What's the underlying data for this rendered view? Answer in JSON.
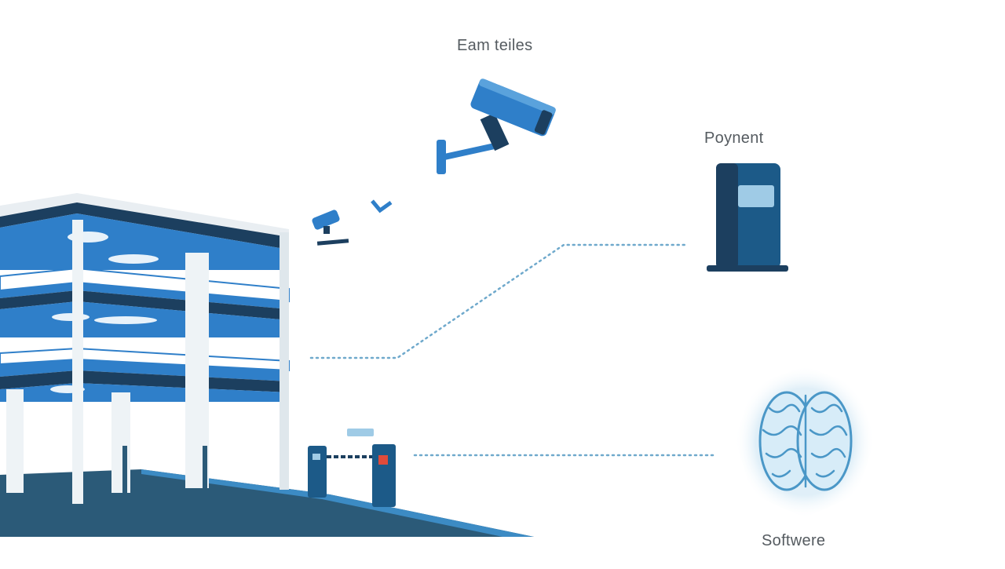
{
  "labels": {
    "cameras": "Eam teiles",
    "payment": "Poynent",
    "software": "Softwere"
  },
  "colors": {
    "primary_blue": "#2f7fc9",
    "dark_navy": "#1c3f5f",
    "light_blue": "#9fcbe6",
    "dotted_line": "#6fa9cc",
    "brain_glow": "#dcedf7",
    "brain_stroke": "#4a97c7"
  },
  "icons": {
    "building": "parking-garage-icon",
    "camera_large": "security-camera-icon",
    "camera_small": "security-camera-icon",
    "terminal": "payment-kiosk-icon",
    "gate": "barrier-gate-icon",
    "brain": "brain-icon"
  }
}
